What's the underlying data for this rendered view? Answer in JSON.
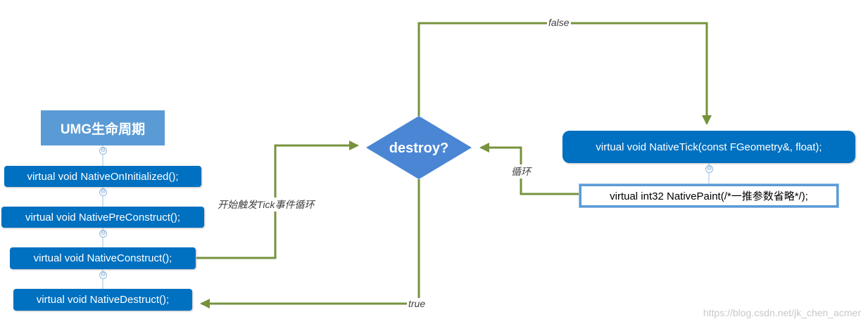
{
  "diagram": {
    "title": "UMG生命周期",
    "lifecycle_nodes": [
      "virtual void NativeOnInitialized();",
      "virtual void NativePreConstruct();",
      "virtual void NativeConstruct();",
      "virtual void NativeDestruct();"
    ],
    "decision": "destroy?",
    "tick_node": "virtual void NativeTick(const FGeometry&, float);",
    "paint_node": "virtual int32 NativePaint(/*一推参数省略*/);",
    "edge_labels": {
      "start_tick": "开始触发Tick事件循环",
      "false": "false",
      "true": "true",
      "loop": "循环"
    },
    "collapse_glyph": "⊖"
  },
  "watermark": "https://blog.csdn.net/jk_chen_acmer",
  "colors": {
    "title_fill": "#5b9bd5",
    "node_fill": "#0070c0",
    "arrow": "#76923c",
    "paint_border": "#5b9bd5"
  }
}
